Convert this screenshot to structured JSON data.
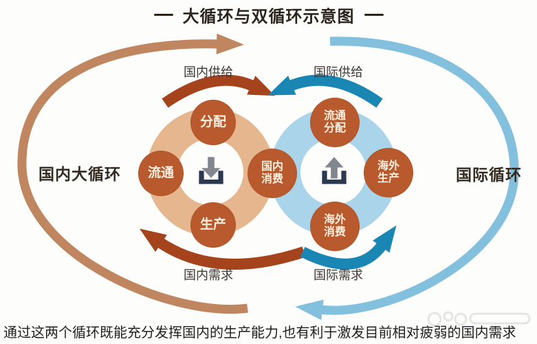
{
  "title": "大循环与双循环示意图",
  "left_cycle": {
    "side_label": "国内大循环",
    "supply_label": "国内供给",
    "demand_label": "国内需求"
  },
  "right_cycle": {
    "side_label": "国际循环",
    "supply_label": "国际供给",
    "demand_label": "国际需求"
  },
  "nodes": {
    "distribution": {
      "line1": "分配",
      "line2": ""
    },
    "circulation": {
      "line1": "流通",
      "line2": ""
    },
    "production": {
      "line1": "生产",
      "line2": ""
    },
    "domestic_consumption": {
      "line1": "国内",
      "line2": "消费"
    },
    "circulation_distribution": {
      "line1": "流通",
      "line2": "分配"
    },
    "overseas_production": {
      "line1": "海外",
      "line2": "生产"
    },
    "overseas_consumption": {
      "line1": "海外",
      "line2": "消费"
    }
  },
  "center_icons": {
    "left": "download-icon",
    "right": "upload-icon"
  },
  "footer": "通过这两个循环既能充分发挥国内的生产能力,也有利于激发目前相对疲弱的国内需求",
  "colors": {
    "domestic_outer_arrow": "#bf8660",
    "domestic_inner_arrow": "#a5431c",
    "domestic_ring": "#e6b68f",
    "international_outer_arrow": "#82c0dd",
    "international_inner_arrow": "#1a86b3",
    "international_ring": "#a9d4ea",
    "node_circle": "#b85a2d",
    "icon_tray": "#2c3850",
    "icon_arrow": "#82878f",
    "text_dark": "#2b241d"
  }
}
